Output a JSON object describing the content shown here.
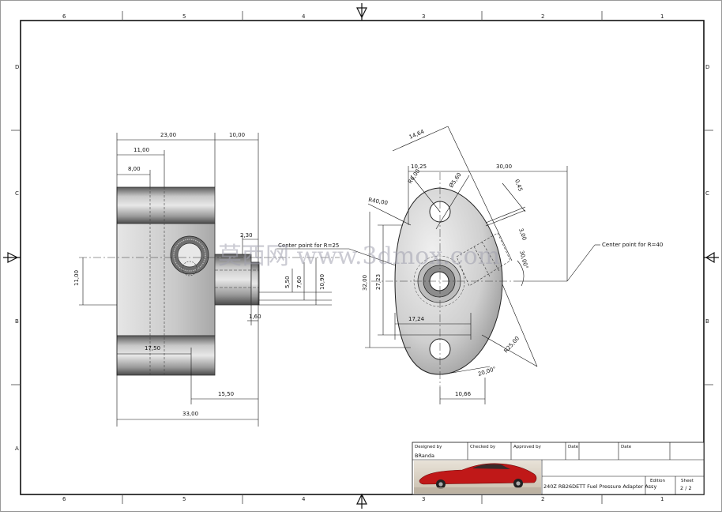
{
  "zones": {
    "columns": [
      "6",
      "5",
      "4",
      "3",
      "2",
      "1"
    ],
    "rows": [
      "D",
      "C",
      "B",
      "A"
    ]
  },
  "dimensions": {
    "side": {
      "d23": "23,00",
      "d10": "10,00",
      "d11a": "11,00",
      "d8": "8,00",
      "d11b": "11,00",
      "d230": "2,30",
      "d550": "5,50",
      "d760": "7,60",
      "d1090": "10,90",
      "d160": "1,60",
      "d1750": "17,50",
      "d1550": "15,50",
      "d33": "33,00",
      "center_note": "Center point for R=25"
    },
    "front": {
      "d1464": "14,64",
      "d1025": "10,25",
      "d30": "30,00",
      "r6": "R6,00",
      "dia560": "Ø5,60",
      "d045": "0,45",
      "r40": "R40,00",
      "d300": "3,00",
      "ang30": "30,00°",
      "d32": "32,00",
      "d2723": "27,23",
      "d1724": "17,24",
      "r25": "R25,00",
      "ang20": "20,00°",
      "d1066": "10,66",
      "center_note": "Center point for R=40"
    }
  },
  "watermark": "莫西网 www.3dmox.com",
  "title_block": {
    "designed_by_label": "Designed by",
    "designed_by": "BRanda",
    "checked_by_label": "Checked by",
    "approved_by_label": "Approved by",
    "date_label_1": "Date",
    "date_label_2": "Date",
    "title": "240Z RB26DETT Fuel Pressure Adapter Assy",
    "edition_label": "Edition",
    "sheet_label": "Sheet",
    "sheet_value": "2 / 2"
  },
  "colors": {
    "line": "#111111",
    "body_light": "#dcdcdc",
    "body_dark": "#555555",
    "car_red": "#c01818"
  }
}
